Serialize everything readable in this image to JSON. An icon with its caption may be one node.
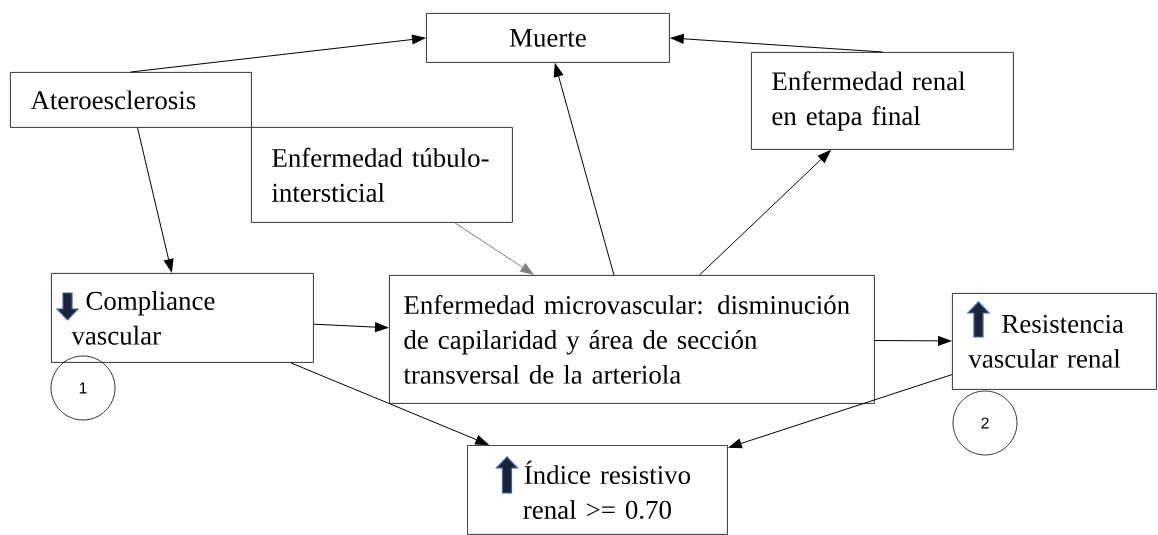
{
  "diagram": {
    "nodes": [
      {
        "text": [
          "Muerte"
        ]
      },
      {
        "text": [
          "Ateroesclerosis"
        ]
      },
      {
        "text": [
          "Enfermedad túbulo-intersticial"
        ]
      },
      {
        "text": [
          "Enfermedad renal en etapa final"
        ]
      },
      {
        "text": [
          "Compliance vascular"
        ]
      },
      {
        "text": [
          "Enfermedad microvascular: disminución de capilaridad y área de sección transversal de la arteriola"
        ]
      },
      {
        "text": [
          "Resistencia vascular renal"
        ]
      },
      {
        "text": [
          "Índice resistivo renal >= 0.70"
        ]
      },
      {
        "text": [
          "1"
        ]
      },
      {
        "text": [
          "2"
        ]
      }
    ],
    "edges": [
      {
        "from": 1,
        "to": 0,
        "arrow": "to"
      },
      {
        "from": 1,
        "to": 4,
        "arrow": "to"
      },
      {
        "from": 2,
        "to": 5,
        "arrow": "to",
        "color": "#808080"
      },
      {
        "from": 5,
        "to": 0,
        "arrow": "to"
      },
      {
        "from": 3,
        "to": 0,
        "arrow": "to"
      },
      {
        "from": 5,
        "to": 3,
        "arrow": "to"
      },
      {
        "from": 4,
        "to": 5,
        "arrow": "to"
      },
      {
        "from": 5,
        "to": 6,
        "arrow": "to"
      },
      {
        "from": 4,
        "to": 7,
        "arrow": "to"
      },
      {
        "from": 6,
        "to": 7,
        "arrow": "to"
      }
    ]
  }
}
